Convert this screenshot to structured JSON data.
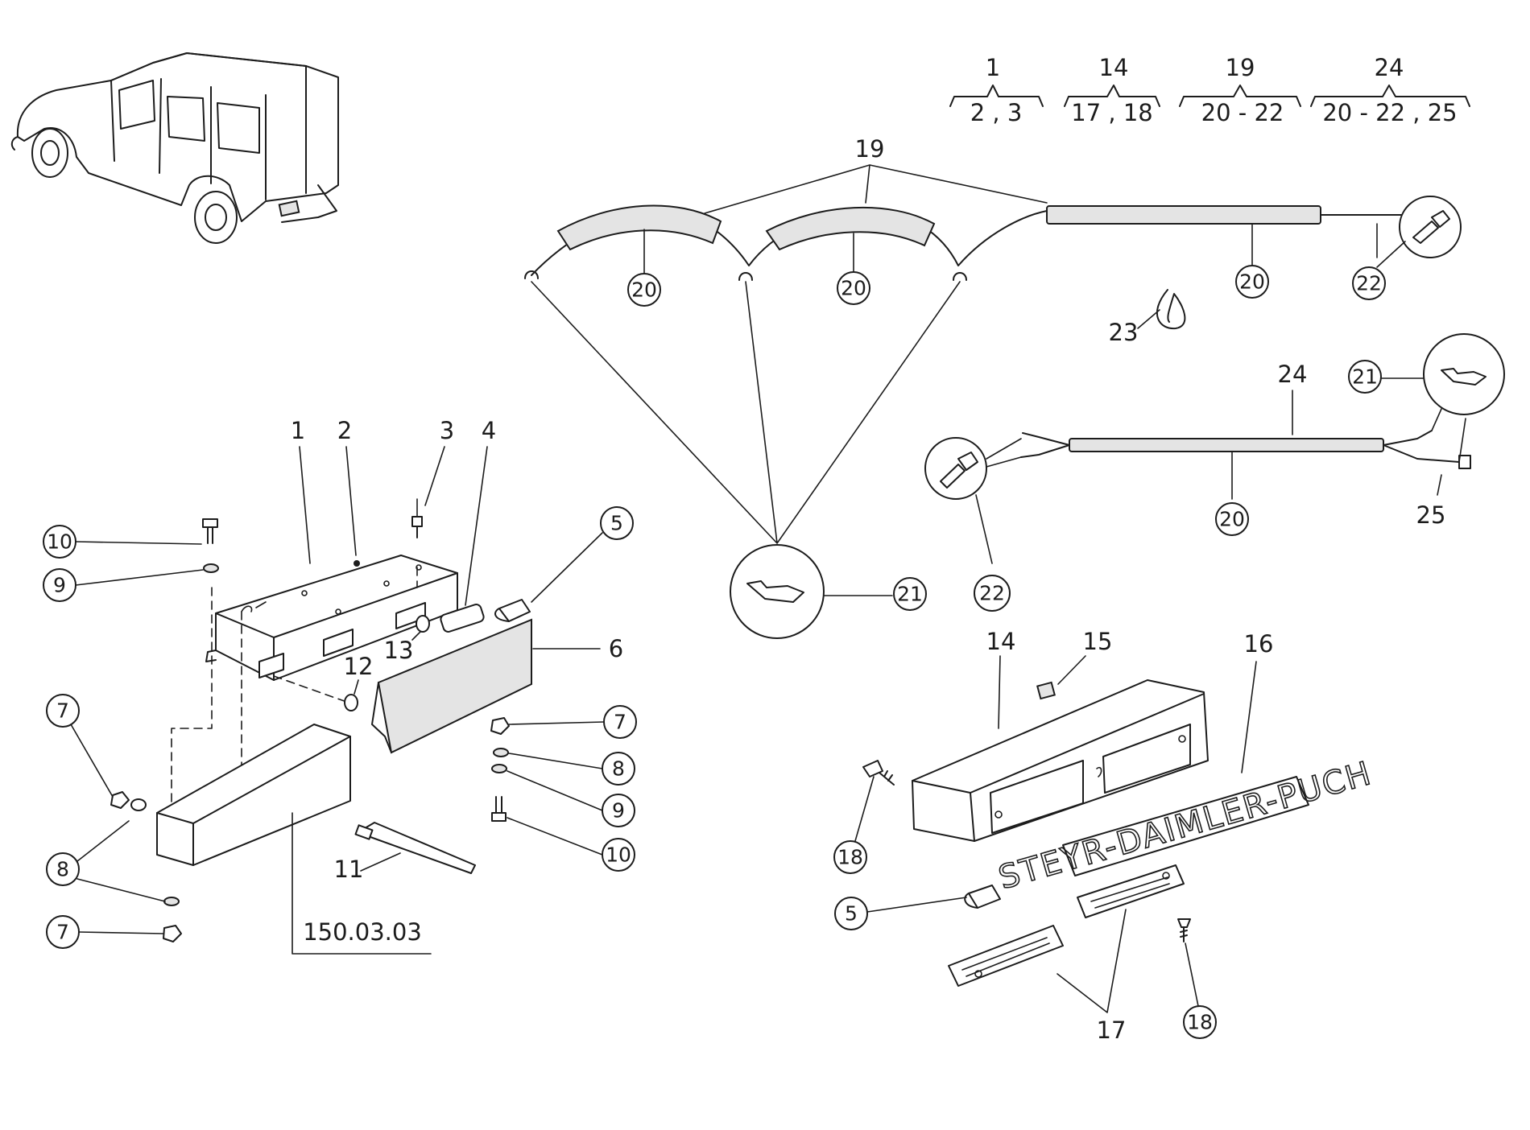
{
  "groups": [
    {
      "top": "1",
      "bottom": "2 , 3"
    },
    {
      "top": "14",
      "bottom": "17 , 18"
    },
    {
      "top": "19",
      "bottom": "20 - 22"
    },
    {
      "top": "24",
      "bottom": "20 - 22 , 25"
    }
  ],
  "labels": {
    "n1": "1",
    "n2": "2",
    "n3": "3",
    "n4": "4",
    "n6": "6",
    "n11": "11",
    "n12": "12",
    "n13": "13",
    "n14": "14",
    "n15": "15",
    "n16": "16",
    "n17": "17",
    "n19": "19",
    "n23": "23",
    "n24": "24",
    "n25": "25"
  },
  "circled": {
    "c5": "5",
    "c7": "7",
    "c8": "8",
    "c9": "9",
    "c10": "10",
    "c18": "18",
    "c20": "20",
    "c21": "21",
    "c22": "22"
  },
  "ref": "150.03.03",
  "emblem_text": "STEYR-DAIMLER-PUCH"
}
